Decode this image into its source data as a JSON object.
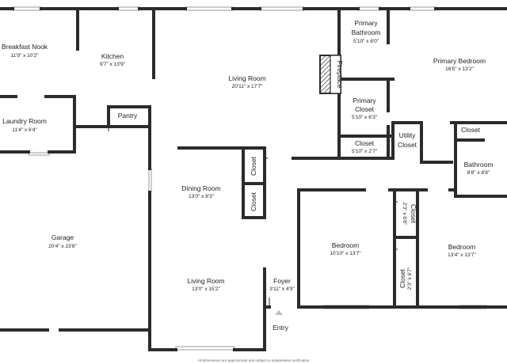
{
  "rooms": {
    "breakfast_nook": {
      "name": "Breakfast Nook",
      "dim": "11'9\" x 10'2\""
    },
    "kitchen": {
      "name": "Kitchen",
      "dim": "9'7\" x 13'9\""
    },
    "living_room_main": {
      "name": "Living Room",
      "dim": "20'11\" x 17'7\""
    },
    "primary_bathroom": {
      "name": "Primary Bathroom",
      "name_line1": "Primary",
      "name_line2": "Bathroom",
      "dim": "5'10\" x 8'0\""
    },
    "primary_bedroom": {
      "name": "Primary Bedroom",
      "dim": "16'5\" x 13'2\""
    },
    "fireplace": {
      "name": "Fireplace"
    },
    "primary_closet": {
      "name": "Primary Closet",
      "name_line1": "Primary",
      "name_line2": "Closet",
      "dim": "5'10\" x 6'3\""
    },
    "laundry_room": {
      "name": "Laundry Room",
      "dim": "11'4\" x 6'4\""
    },
    "pantry": {
      "name": "Pantry"
    },
    "closet_small": {
      "name": "Closet",
      "dim": "5'10\" x 2'7\""
    },
    "utility_closet": {
      "name": "Utility Closet",
      "name_line1": "Utility",
      "name_line2": "Closet"
    },
    "closet_right": {
      "name": "Closet"
    },
    "bathroom": {
      "name": "Bathroom",
      "dim": "8'8\" x 8'8\""
    },
    "closet_v1": {
      "name": "Closet"
    },
    "closet_v2": {
      "name": "Closet"
    },
    "dining_room": {
      "name": "Dining Room",
      "dim": "13'0\" x 8'3\""
    },
    "garage": {
      "name": "Garage",
      "dim": "20'4\" x 23'8\""
    },
    "bedroom_left": {
      "name": "Bedroom",
      "dim": "10'10\" x 13'7\""
    },
    "bedroom_right": {
      "name": "Bedroom",
      "dim": "13'4\" x 13'7\""
    },
    "closet_bed1": {
      "name": "Closet",
      "dim": "2'3\" x 6'8\""
    },
    "closet_bed2": {
      "name": "Closet",
      "dim": "2'3\" x 6'7\""
    },
    "living_room_lower": {
      "name": "Living Room",
      "dim": "13'0\" x 15'2\""
    },
    "foyer": {
      "name": "Foyer",
      "dim": "3'11\" x 4'9\""
    }
  },
  "entry_label": "Entry",
  "footer": "All dimensions are approximate and subject to independent verification"
}
